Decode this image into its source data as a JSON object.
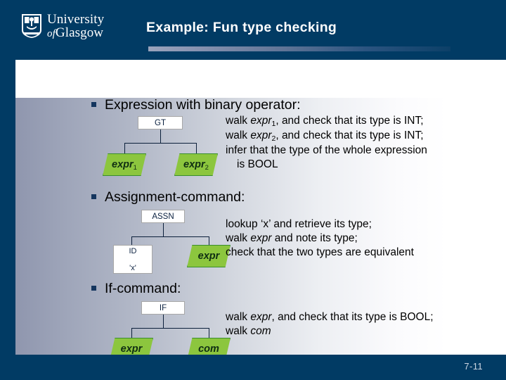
{
  "slide": {
    "title": "Example: Fun type checking",
    "page_number": "7-11",
    "brand_navy": "#013B64",
    "node_green": "#8CC63E",
    "node_green_border": "#3A8E2C"
  },
  "logo": {
    "line1": "University",
    "line2_italic": "of",
    "line2": "Glasgow",
    "crest_name": "university-crest-icon"
  },
  "sections": [
    {
      "bullet": "Expression with binary operator:",
      "tree": {
        "root_label": "GT",
        "children": [
          {
            "label": "expr",
            "sub": "1",
            "shape": "trapezoid"
          },
          {
            "label": "expr",
            "sub": "2",
            "shape": "trapezoid"
          }
        ]
      },
      "lines": [
        {
          "pre": "walk ",
          "em": "expr",
          "sub": "1",
          "post": ", and check that its type is INT;",
          "indent": false
        },
        {
          "pre": "walk ",
          "em": "expr",
          "sub": "2",
          "post": ", and check that its type is INT;",
          "indent": false
        },
        {
          "pre": "infer that the type of the whole expression",
          "em": "",
          "sub": "",
          "post": "",
          "indent": false
        },
        {
          "pre": "is BOOL",
          "em": "",
          "sub": "",
          "post": "",
          "indent": true
        }
      ]
    },
    {
      "bullet": "Assignment-command:",
      "tree": {
        "root_label": "ASSN",
        "children": [
          {
            "label": "ID",
            "sub2": "'x'",
            "shape": "rect"
          },
          {
            "label": "expr",
            "sub": "",
            "shape": "trapezoid"
          }
        ]
      },
      "lines": [
        {
          "pre": "lookup ‘x’ and retrieve its type;",
          "em": "",
          "sub": "",
          "post": "",
          "indent": false
        },
        {
          "pre": "walk ",
          "em": "expr",
          "sub": "",
          "post": " and note its type;",
          "indent": false
        },
        {
          "pre": "check that the two types are equivalent",
          "em": "",
          "sub": "",
          "post": "",
          "indent": false
        }
      ]
    },
    {
      "bullet": "If-command:",
      "tree": {
        "root_label": "IF",
        "children": [
          {
            "label": "expr",
            "sub": "",
            "shape": "trapezoid"
          },
          {
            "label": "com",
            "sub": "",
            "shape": "trapezoid"
          }
        ]
      },
      "lines": [
        {
          "pre": "walk ",
          "em": "expr",
          "sub": "",
          "post": ", and check that its type is BOOL;",
          "indent": false
        },
        {
          "pre": "walk ",
          "em": "com",
          "sub": "",
          "post": "",
          "indent": false
        }
      ]
    }
  ]
}
